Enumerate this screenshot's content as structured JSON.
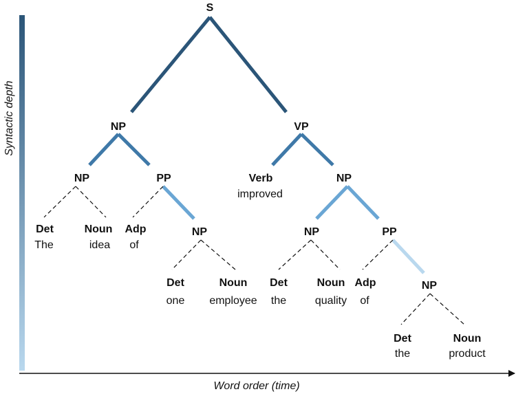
{
  "axes": {
    "y_label": "Syntactic depth",
    "x_label": "Word order (time)"
  },
  "colors": {
    "depth_top": "#2b5578",
    "depth_bottom": "#b9d8ee",
    "solid_edges": [
      "#2b5578",
      "#3f79a8",
      "#6aa6d4",
      "#b9d8ee"
    ],
    "dashed_edge": "#111111"
  },
  "tree": {
    "root": {
      "label": "S"
    },
    "np_subject": {
      "label": "NP"
    },
    "vp": {
      "label": "VP"
    },
    "np_the_idea": {
      "label": "NP"
    },
    "pp_of_one_employee": {
      "label": "PP"
    },
    "det_the": {
      "label": "Det",
      "word": "The"
    },
    "noun_idea": {
      "label": "Noun",
      "word": "idea"
    },
    "adp_of": {
      "label": "Adp",
      "word": "of"
    },
    "np_one_employee": {
      "label": "NP"
    },
    "det_one": {
      "label": "Det",
      "word": "one"
    },
    "noun_employee": {
      "label": "Noun",
      "word": "employee"
    },
    "verb_improved": {
      "label": "Verb",
      "word": "improved"
    },
    "np_object": {
      "label": "NP"
    },
    "np_the_quality": {
      "label": "NP"
    },
    "det_the2": {
      "label": "Det",
      "word": "the"
    },
    "noun_quality": {
      "label": "Noun",
      "word": "quality"
    },
    "pp_of_the_product": {
      "label": "PP"
    },
    "adp_of2": {
      "label": "Adp",
      "word": "of"
    },
    "np_the_product": {
      "label": "NP"
    },
    "det_the3": {
      "label": "Det",
      "word": "the"
    },
    "noun_product": {
      "label": "Noun",
      "word": "product"
    }
  }
}
